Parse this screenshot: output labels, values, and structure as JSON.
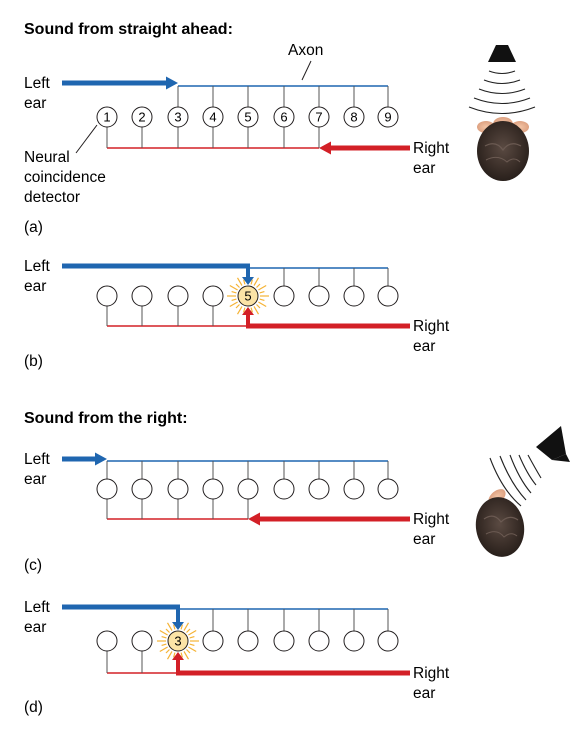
{
  "section1": {
    "heading": "Sound from straight ahead:"
  },
  "section2": {
    "heading": "Sound from the right:"
  },
  "labels": {
    "axon": "Axon",
    "left_ear": [
      "Left",
      "ear"
    ],
    "right_ear": [
      "Right",
      "ear"
    ],
    "detector": [
      "Neural",
      "coincidence",
      "detector"
    ]
  },
  "detector_numbers": [
    "1",
    "2",
    "3",
    "4",
    "5",
    "6",
    "7",
    "8",
    "9"
  ],
  "panels": [
    {
      "tag": "(a)",
      "left_ear_reach": "3",
      "right_ear_reach": "7",
      "coincidence_at": ""
    },
    {
      "tag": "(b)",
      "left_ear_reach": "5",
      "right_ear_reach": "5",
      "coincidence_at": "5"
    },
    {
      "tag": "(c)",
      "left_ear_reach": "1",
      "right_ear_reach": "5",
      "coincidence_at": ""
    },
    {
      "tag": "(d)",
      "left_ear_reach": "3",
      "right_ear_reach": "3",
      "coincidence_at": "3"
    }
  ],
  "colors": {
    "text": "#231f20",
    "left_axon": "#1f66b0",
    "right_axon": "#d32027",
    "detector_stroke": "#231f20",
    "coincidence_fill": "#fbe3a6",
    "glow": "#f5b335"
  }
}
